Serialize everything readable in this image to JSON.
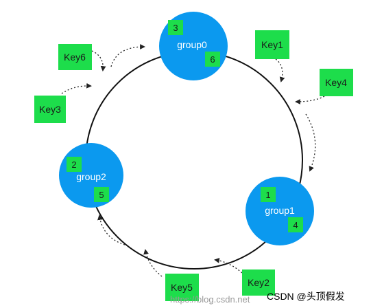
{
  "groups": [
    {
      "name": "group0",
      "badges": [
        "3",
        "6"
      ]
    },
    {
      "name": "group1",
      "badges": [
        "1",
        "4"
      ]
    },
    {
      "name": "group2",
      "badges": [
        "2",
        "5"
      ]
    }
  ],
  "keys": [
    "Key1",
    "Key2",
    "Key3",
    "Key4",
    "Key5",
    "Key6"
  ],
  "watermark": {
    "url": "https://blog.csdn.net",
    "text": "CSDN @头顶假发"
  },
  "colors": {
    "group": "#0b99ef",
    "key": "#1ddd4b",
    "ring": "#111111"
  }
}
